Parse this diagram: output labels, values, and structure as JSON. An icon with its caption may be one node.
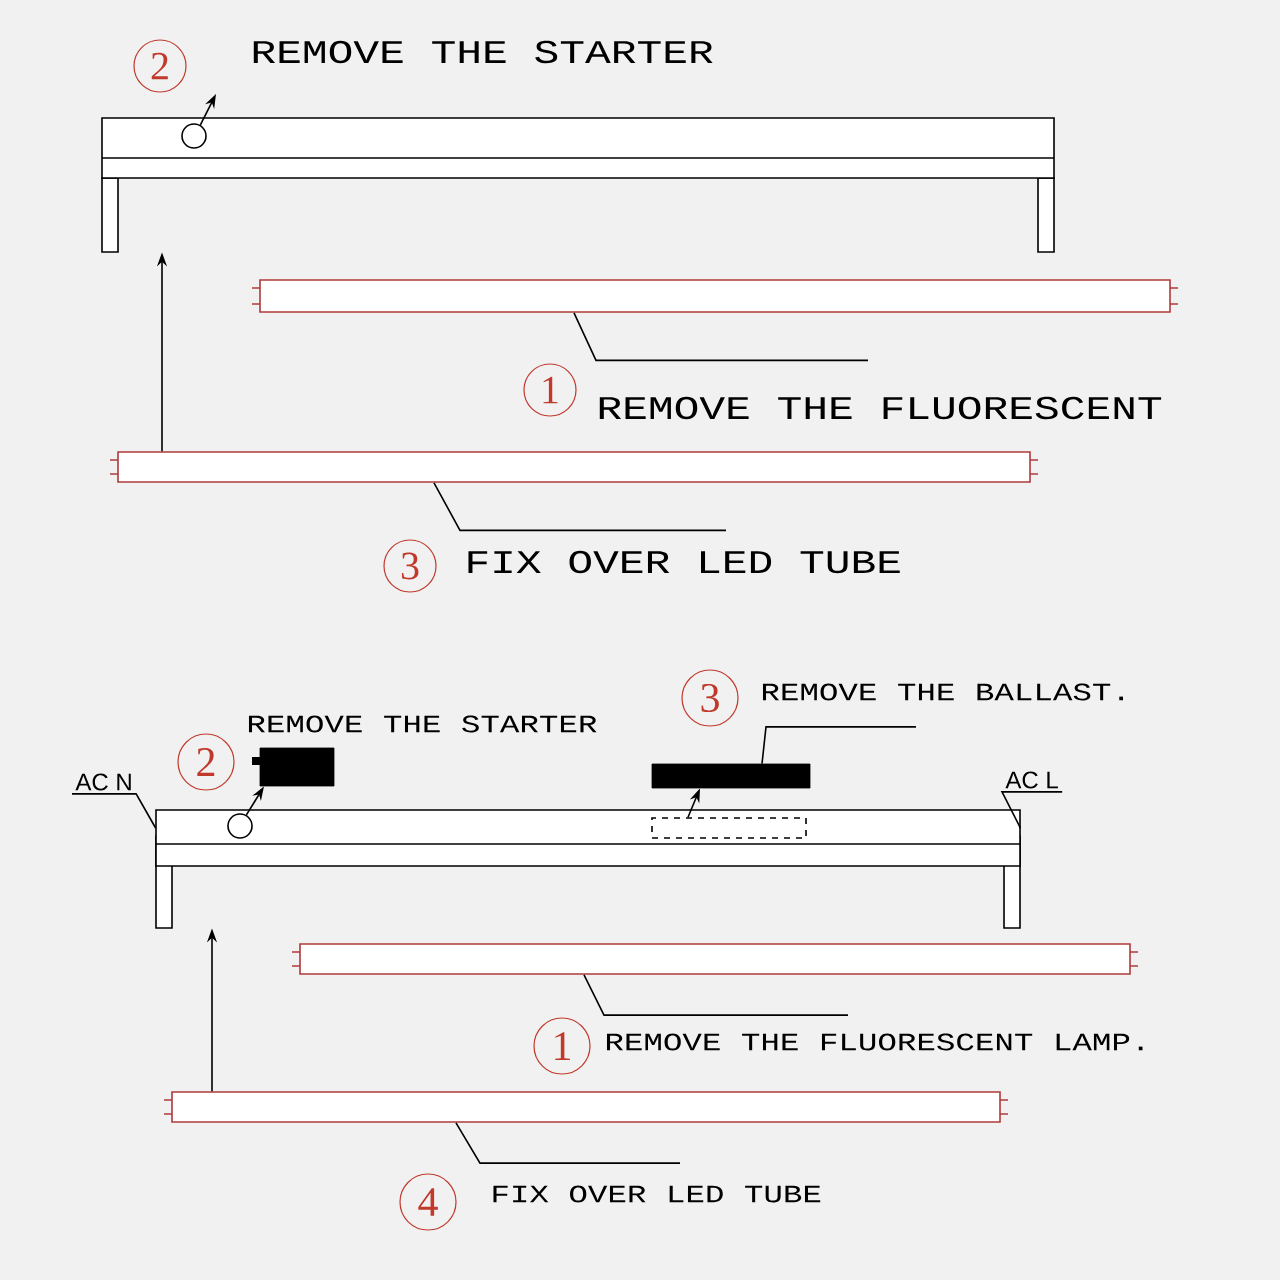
{
  "diagram": {
    "nodes": [
      {
        "text": [],
        "shape": "box"
      },
      {
        "text": [],
        "shape": "circle",
        "in": 0
      },
      {
        "text": [],
        "shape": "bar"
      },
      {
        "text": [],
        "shape": "bar"
      },
      {
        "text": [
          "2"
        ]
      },
      {
        "text": [
          "1"
        ]
      },
      {
        "text": [
          "REMOVE THE FLUORESCENT"
        ]
      },
      {
        "text": [
          "3"
        ]
      },
      {
        "text": [
          "FIX OVER LED TUBE"
        ]
      },
      {
        "text": [],
        "shape": "box"
      },
      {
        "text": [],
        "shape": "circle",
        "in": 9
      },
      {
        "text": [],
        "shape": "box",
        "in": 9
      },
      {
        "text": [],
        "shape": "box"
      },
      {
        "text": [],
        "shape": "box"
      },
      {
        "text": [],
        "shape": "bar"
      },
      {
        "text": [],
        "shape": "bar"
      },
      {
        "text": [
          "AC N"
        ]
      },
      {
        "text": [
          "AC L"
        ]
      },
      {
        "text": [
          "2"
        ]
      },
      {
        "text": [
          "3"
        ]
      },
      {
        "text": [
          "REMOVE THE BALLAST."
        ]
      },
      {
        "text": [
          "1"
        ]
      },
      {
        "text": [
          "REMOVE THE FLUORESCENT LAMP."
        ]
      },
      {
        "text": [
          "4"
        ]
      },
      {
        "text": [
          "FIX OVER LED TUBE"
        ]
      }
    ],
    "edges": [
      {
        "from": 1,
        "to": null,
        "arrow": "to"
      },
      {
        "from": 6,
        "to": 2,
        "arrow": "none"
      },
      {
        "from": 8,
        "to": 3,
        "arrow": "none"
      },
      {
        "from": 3,
        "to": 0,
        "arrow": "to"
      },
      {
        "from": 10,
        "to": 12,
        "arrow": "to"
      },
      {
        "from": 11,
        "to": 13,
        "arrow": "to"
      },
      {
        "from": 20,
        "to": 13,
        "arrow": "none"
      },
      {
        "from": 16,
        "to": 9,
        "arrow": "none"
      },
      {
        "from": 17,
        "to": 9,
        "arrow": "none"
      },
      {
        "from": 22,
        "to": 14,
        "arrow": "none"
      },
      {
        "from": 24,
        "to": 15,
        "arrow": "none"
      },
      {
        "from": 15,
        "to": 9,
        "arrow": "to"
      }
    ],
    "labels": [
      "REMOVE THE STARTER",
      "REMOVE THE STARTER"
    ]
  }
}
